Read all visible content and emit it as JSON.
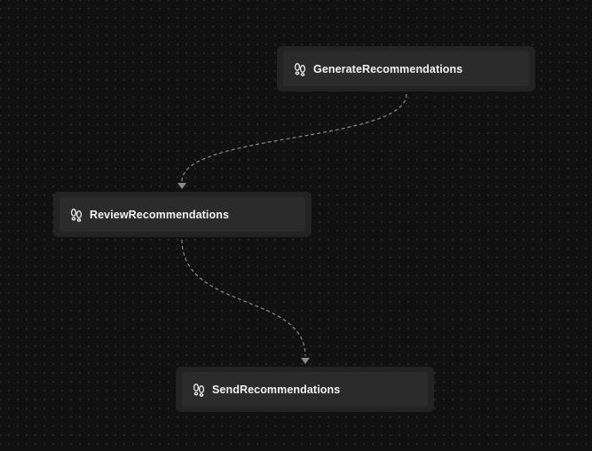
{
  "nodes": [
    {
      "label": "GenerateRecommendations",
      "icon": "footprints-icon"
    },
    {
      "label": "ReviewRecommendations",
      "icon": "footprints-icon"
    },
    {
      "label": "SendRecommendations",
      "icon": "footprints-icon"
    }
  ],
  "colors": {
    "background": "#111111",
    "grid_dot": "#2c2c2c",
    "node_outer": "#232323",
    "node_inner": "#2b2b2b",
    "edge": "#8a8a8a",
    "text": "#f2f2f2"
  }
}
